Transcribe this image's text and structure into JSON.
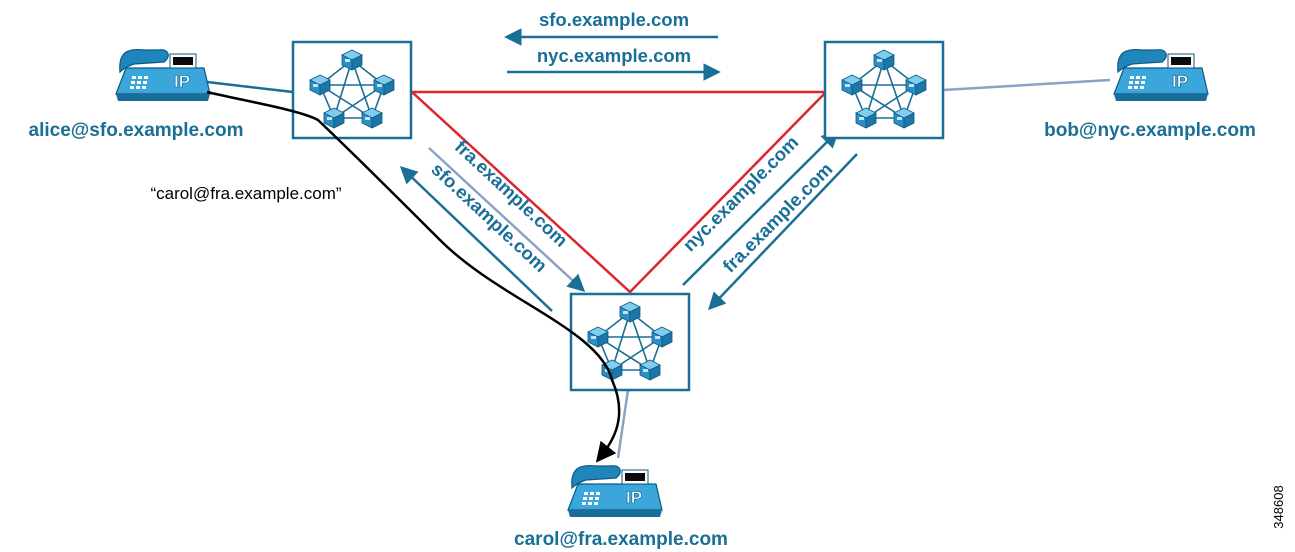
{
  "colors": {
    "accent": "#1a6f96",
    "trunk": "#e0242b",
    "access_link": "#8aa3c4",
    "call_path": "#000000",
    "device_fill": "#37a3d8"
  },
  "clusters": [
    {
      "id": "sfo",
      "icon": "cluster-icon"
    },
    {
      "id": "nyc",
      "icon": "cluster-icon"
    },
    {
      "id": "fra",
      "icon": "cluster-icon"
    }
  ],
  "phones": [
    {
      "id": "alice",
      "label": "alice@sfo.example.com",
      "icon": "ip-phone-icon"
    },
    {
      "id": "bob",
      "label": "bob@nyc.example.com",
      "icon": "ip-phone-icon"
    },
    {
      "id": "carol",
      "label": "carol@fra.example.com",
      "icon": "ip-phone-icon"
    }
  ],
  "route_labels": {
    "sfo_to_nyc_top": "sfo.example.com",
    "nyc_to_sfo_top": "nyc.example.com",
    "sfo_fra_a": "fra.example.com",
    "sfo_fra_b": "sfo.example.com",
    "nyc_fra_a": "nyc.example.com",
    "nyc_fra_b": "fra.example.com"
  },
  "call": {
    "dialed": "“carol@fra.example.com”"
  },
  "figure_id": "348608"
}
